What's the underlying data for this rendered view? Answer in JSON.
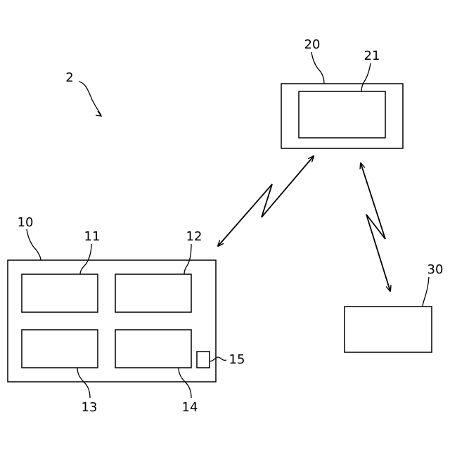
{
  "labels": {
    "system": "2",
    "device_10": "10",
    "block_11": "11",
    "block_12": "12",
    "block_13": "13",
    "block_14": "14",
    "block_15": "15",
    "device_20": "20",
    "block_21": "21",
    "device_30": "30"
  }
}
